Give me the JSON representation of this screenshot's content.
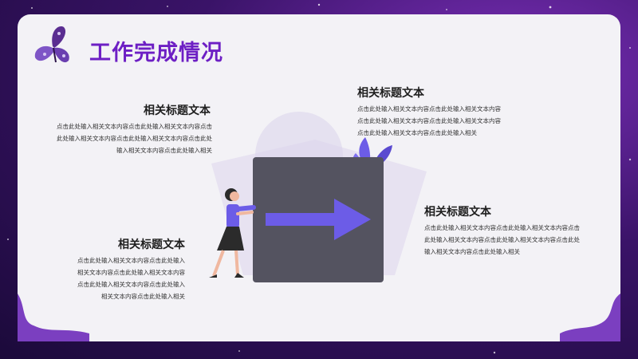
{
  "slide": {
    "title": "工作完成情况"
  },
  "blocks": [
    {
      "title": "相关标题文本",
      "lines": [
        "点击此处输入相关文本内容点击此处输入相关文本内容点击",
        "此处输入相关文本内容点击此处输入相关文本内容点击此处",
        "输入相关文本内容点击此处输入相关"
      ]
    },
    {
      "title": "相关标题文本",
      "lines": [
        "点击此处输入相关文本内容点击此处输入相关文本内容",
        "点击此处输入相关文本内容点击此处输入相关文本内容",
        "点击此处输入相关文本内容点击此处输入相关"
      ]
    },
    {
      "title": "相关标题文本",
      "lines": [
        "点击此处输入相关文本内容点击此处输入",
        "相关文本内容点击此处输入相关文本内容",
        "点击此处输入相关文本内容点击此处输入",
        "相关文本内容点击此处输入相关"
      ]
    },
    {
      "title": "相关标题文本",
      "lines": [
        "点击此处输入相关文本内容点击此处输入相关文本内容点击",
        "此处输入相关文本内容点击此处输入相关文本内容点击此处",
        "输入相关文本内容点击此处输入相关"
      ]
    }
  ],
  "colors": {
    "accent": "#6d1fc4",
    "arrow": "#6c5ce7",
    "box": "#545360",
    "panel": "#f3f2f6"
  },
  "icons": {
    "logo": "butterfly-icon",
    "arrow": "arrow-right-icon"
  }
}
